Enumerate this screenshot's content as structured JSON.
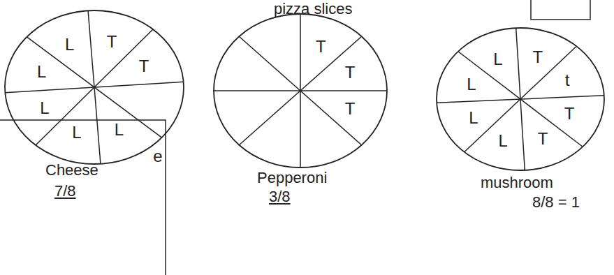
{
  "diagram": {
    "title": "pizza slices",
    "nodes": [
      {
        "text": [
          "Cheese",
          "7/8"
        ]
      },
      {
        "text": [
          "Pepperoni",
          "3/8"
        ]
      },
      {
        "text": [
          "mushroom",
          "8/8 = 1"
        ]
      }
    ],
    "labels": [
      "L",
      "T",
      "L",
      "T",
      "L",
      "L",
      "L",
      "T",
      "T",
      "T",
      "L",
      "T",
      "L",
      "t",
      "L",
      "T",
      "L",
      "T",
      "e"
    ]
  }
}
